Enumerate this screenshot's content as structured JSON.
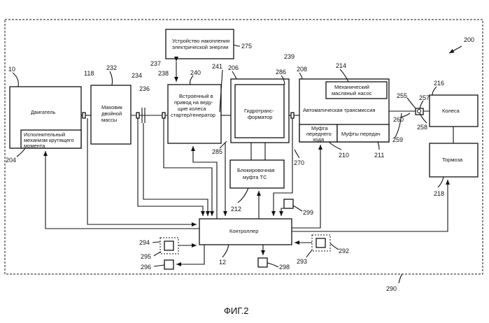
{
  "figure_caption": "ФИГ.2",
  "system_ref": "200",
  "boundary_ref": "290",
  "blocks": {
    "engine": {
      "label": "Двигатель",
      "ref": "10"
    },
    "torque_actuator": {
      "line1": "Исполнительный",
      "line2": "механизм крутящего",
      "line3": "момента",
      "ref": "204"
    },
    "dual_mass_flywheel": {
      "line1": "Маховик",
      "line2": "двойной",
      "line3": "массы",
      "ref": "232"
    },
    "energy_storage": {
      "line1": "Устройство накопления",
      "line2": "электрической энергии",
      "ref": "275"
    },
    "isg": {
      "line1": "Встроенный в",
      "line2": "привод на веду-",
      "line3": "щие колеса",
      "line4": "стартер/генератор",
      "ref": "240"
    },
    "torque_converter": {
      "line1": "Гидротранс-",
      "line2": "форматор",
      "ref": "206"
    },
    "tc_lockup": {
      "line1": "Блокировочная",
      "line2": "муфта ТС",
      "ref": "212"
    },
    "mech_pump": {
      "line1": "Механический",
      "line2": "масляный насос",
      "ref": "214"
    },
    "auto_trans": {
      "label": "Автоматическая трансмиссия",
      "ref": "208"
    },
    "forward_clutch": {
      "line1": "Муфта",
      "line2": "переднего",
      "line3": "хода",
      "ref": "210"
    },
    "gear_clutches": {
      "label": "Муфты передач",
      "ref": "211"
    },
    "wheels": {
      "label": "Колеса",
      "ref": "216"
    },
    "brakes": {
      "label": "Тормоза",
      "ref": "218"
    },
    "controller": {
      "label": "Контроллер",
      "ref": "12"
    }
  },
  "refs": {
    "r118": "118",
    "r234": "234",
    "r236": "236",
    "r237": "237",
    "r238": "238",
    "r241": "241",
    "r285": "285",
    "r286": "286",
    "r239": "239",
    "r270": "270",
    "r255": "255",
    "r257": "257",
    "r258": "258",
    "r259": "259",
    "r260": "260",
    "r292": "292",
    "r293": "293",
    "r294": "294",
    "r295": "295",
    "r296": "296",
    "r298": "298",
    "r299": "299"
  }
}
